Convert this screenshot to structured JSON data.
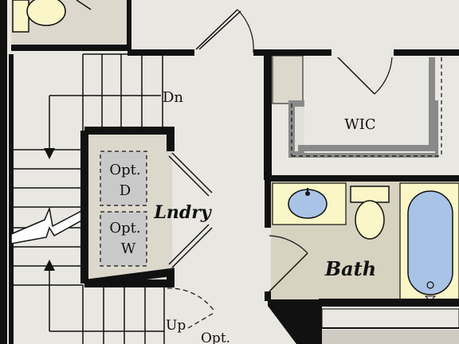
{
  "plan": {
    "rooms": {
      "laundry": "Lndry",
      "bath": "Bath",
      "closet": "WIC"
    },
    "appliances": {
      "dryer": [
        "Opt.",
        "D"
      ],
      "washer": [
        "Opt.",
        "W"
      ]
    },
    "stairs": {
      "down": "Dn",
      "up": "Up",
      "option": "Opt."
    },
    "colors": {
      "wall": "#111111",
      "floor": "#e9e7e2",
      "closet_floor": "#dcd8cc",
      "bath_floor": "#d8d2c0",
      "fixture": "#fbf6c8",
      "water": "#a9c3e6",
      "appliance": "#c9c9c9"
    }
  }
}
